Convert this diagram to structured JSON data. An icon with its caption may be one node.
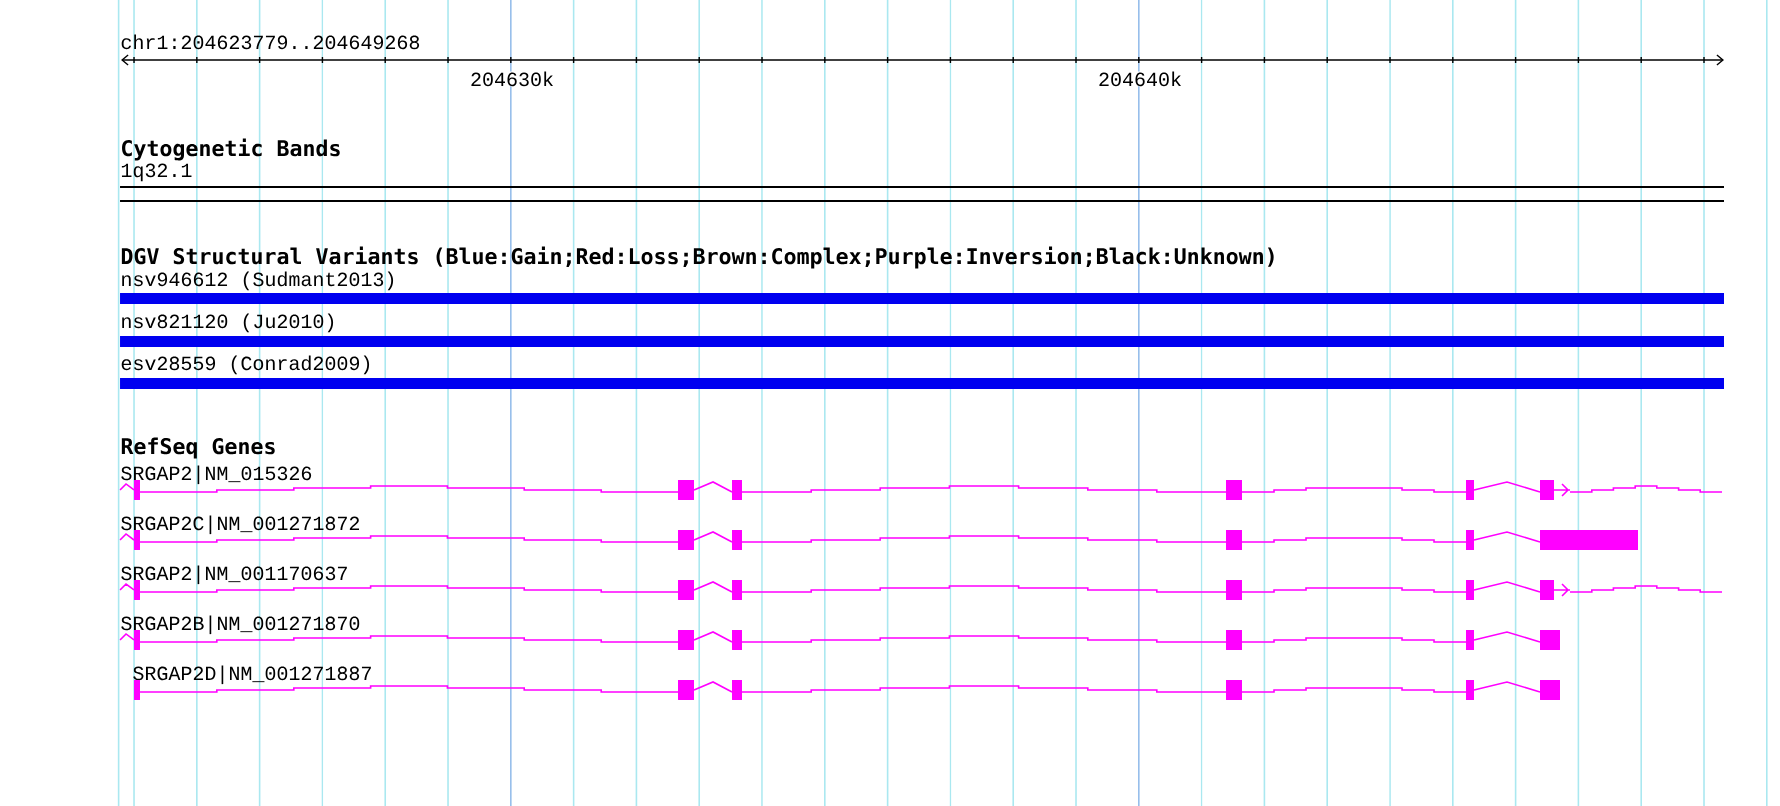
{
  "diagram": {
    "labels": [
      "chr1:204623779..204649268",
      "204630k",
      "204640k",
      "Cytogenetic Bands",
      "1q32.1",
      "DGV Structural Variants (Blue:Gain;Red:Loss;Brown:Complex;Purple:Inversion;Black:Unknown)",
      "nsv946612 (Sudmant2013)",
      "nsv821120 (Ju2010)",
      "esv28559 (Conrad2009)",
      "RefSeq Genes",
      "SRGAP2|NM_015326",
      "SRGAP2C|NM_001271872",
      "SRGAP2|NM_001170637",
      "SRGAP2B|NM_001271870",
      "SRGAP2D|NM_001271887"
    ]
  }
}
